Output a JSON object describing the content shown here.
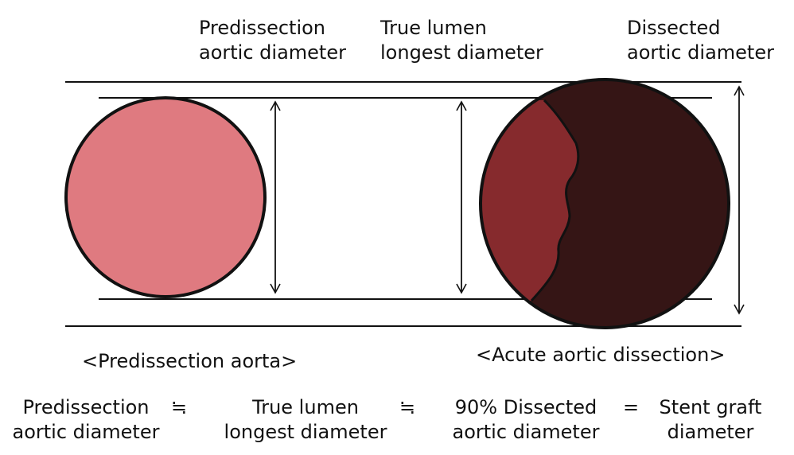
{
  "labels": {
    "predissection_diameter": [
      "Predissection",
      "aortic diameter"
    ],
    "true_lumen_diameter": [
      "True lumen",
      "longest diameter"
    ],
    "dissected_diameter": [
      "Dissected",
      "aortic diameter"
    ]
  },
  "captions": {
    "predissection_aorta": "<Predissection aorta>",
    "acute_dissection": "<Acute aortic dissection>"
  },
  "formula": {
    "term1": [
      "Predissection",
      "aortic diameter"
    ],
    "op1": "≒",
    "term2": [
      "True lumen",
      "longest diameter"
    ],
    "op2": "≒",
    "term3": [
      "90% Dissected",
      "aortic diameter"
    ],
    "op3": "=",
    "term4": [
      "Stent graft",
      "diameter"
    ]
  },
  "colors": {
    "predissection_aorta": "#df7a80",
    "true_lumen": "#862a2d",
    "false_lumen": "#351515",
    "outline": "#111111"
  }
}
